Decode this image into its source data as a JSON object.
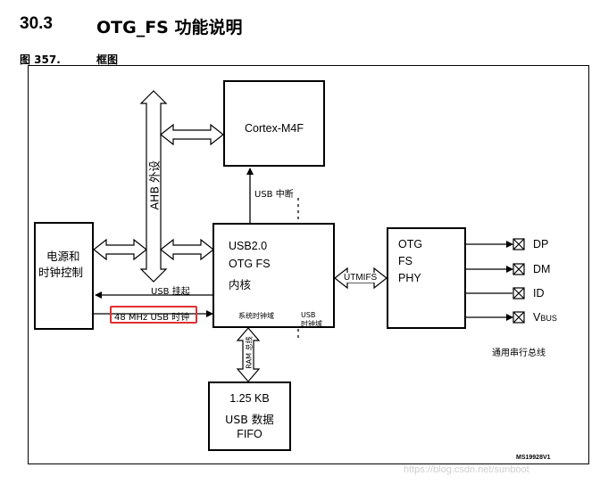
{
  "header": {
    "section_number": "30.3",
    "section_title": "OTG_FS 功能说明",
    "figure_number": "图 357.",
    "figure_title": "框图"
  },
  "diagram": {
    "ahb_bus_label": "AHB 外设",
    "cortex_label": "Cortex-M4F",
    "usb_irq_label": "USB 中断",
    "power_clock_block": [
      "电源和",
      "时钟控制"
    ],
    "core_block": [
      "USB2.0",
      "OTG FS",
      "内核"
    ],
    "suspend_label": "USB 挂起",
    "clock_label": "48 MHz USB 时钟",
    "system_clock_domain": "系统时钟域",
    "usb_clock_domain": [
      "USB",
      "时钟域"
    ],
    "utmifs_label": "UTMIFS",
    "phy_block": [
      "OTG",
      "FS",
      "PHY"
    ],
    "pins": [
      "DP",
      "DM",
      "ID",
      "V",
      "BUS"
    ],
    "serial_bus_label": "通用串行总线",
    "ram_bus_label": "RAM 总线",
    "fifo_block": [
      "1.25 KB",
      "USB 数据",
      "FIFO"
    ],
    "doc_id": "MS19928V1",
    "watermark": "https://blog.csdn.net/sunboot"
  },
  "colors": {
    "highlight": "#e03030",
    "line": "#000000"
  }
}
